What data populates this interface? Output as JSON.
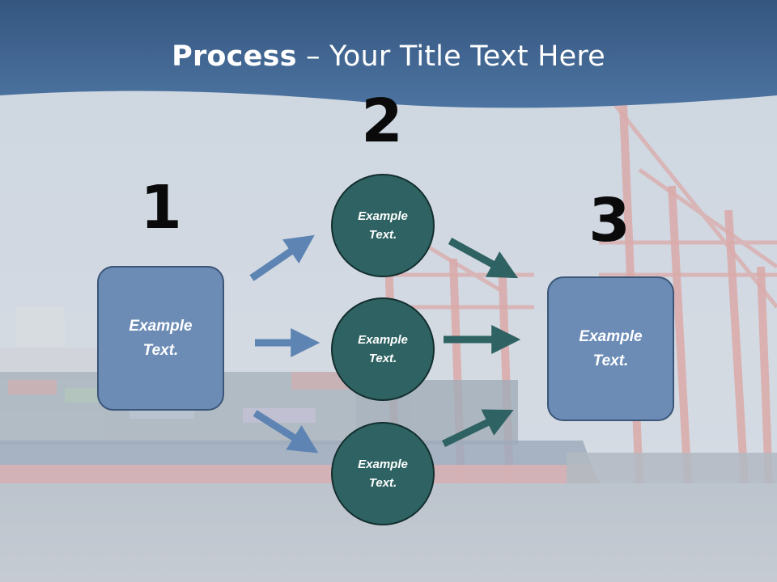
{
  "slide": {
    "title_bold": "Process",
    "title_rest": " – Your Title Text Here"
  },
  "steps": {
    "step1": {
      "number": "1",
      "text_line1": "Example",
      "text_line2": "Text."
    },
    "step2": {
      "number": "2",
      "circles": [
        {
          "line1": "Example",
          "line2": "Text."
        },
        {
          "line1": "Example",
          "line2": "Text."
        },
        {
          "line1": "Example",
          "line2": "Text."
        }
      ]
    },
    "step3": {
      "number": "3",
      "text_line1": "Example",
      "text_line2": "Text."
    }
  },
  "colors": {
    "header_band": "#3e6590",
    "box_fill": "#6c8cb6",
    "circle_fill": "#2f6262",
    "arrow_blue": "#5d84b3",
    "arrow_teal": "#2f6262"
  },
  "background_image": "harbor-container-ship-cranes"
}
